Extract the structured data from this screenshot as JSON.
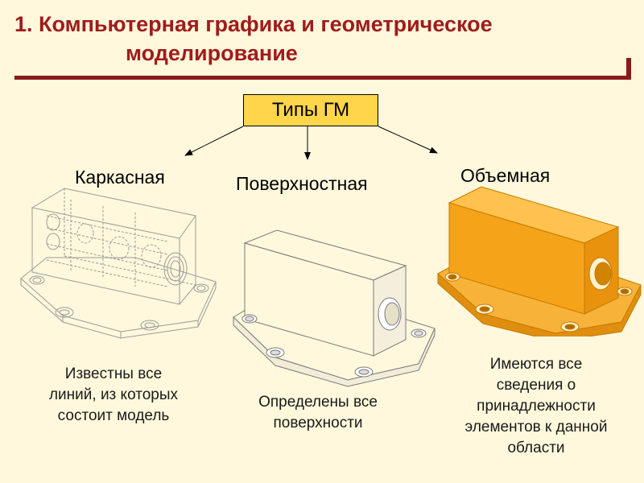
{
  "slide": {
    "title_line1": "1. Компьютерная графика и геометрическое",
    "title_line2": "моделирование",
    "accent_color": "#a01c1c",
    "background_color": "#fff8dc"
  },
  "root": {
    "label": "Типы ГМ",
    "fill_color": "#ffd54a"
  },
  "categories": [
    {
      "name": "Каркасная",
      "description_lines": [
        "Известны все",
        "линий, из которых",
        "состоит модель"
      ],
      "illustration": "wireframe-part"
    },
    {
      "name": "Поверхностная",
      "description_lines": [
        "Определены все",
        "поверхности"
      ],
      "illustration": "surface-part"
    },
    {
      "name": "Объемная",
      "description_lines": [
        "Имеются все",
        "сведения о",
        "принадлежности",
        "элементов к данной",
        "области"
      ],
      "illustration": "solid-part",
      "fill_color": "#f5a319"
    }
  ]
}
